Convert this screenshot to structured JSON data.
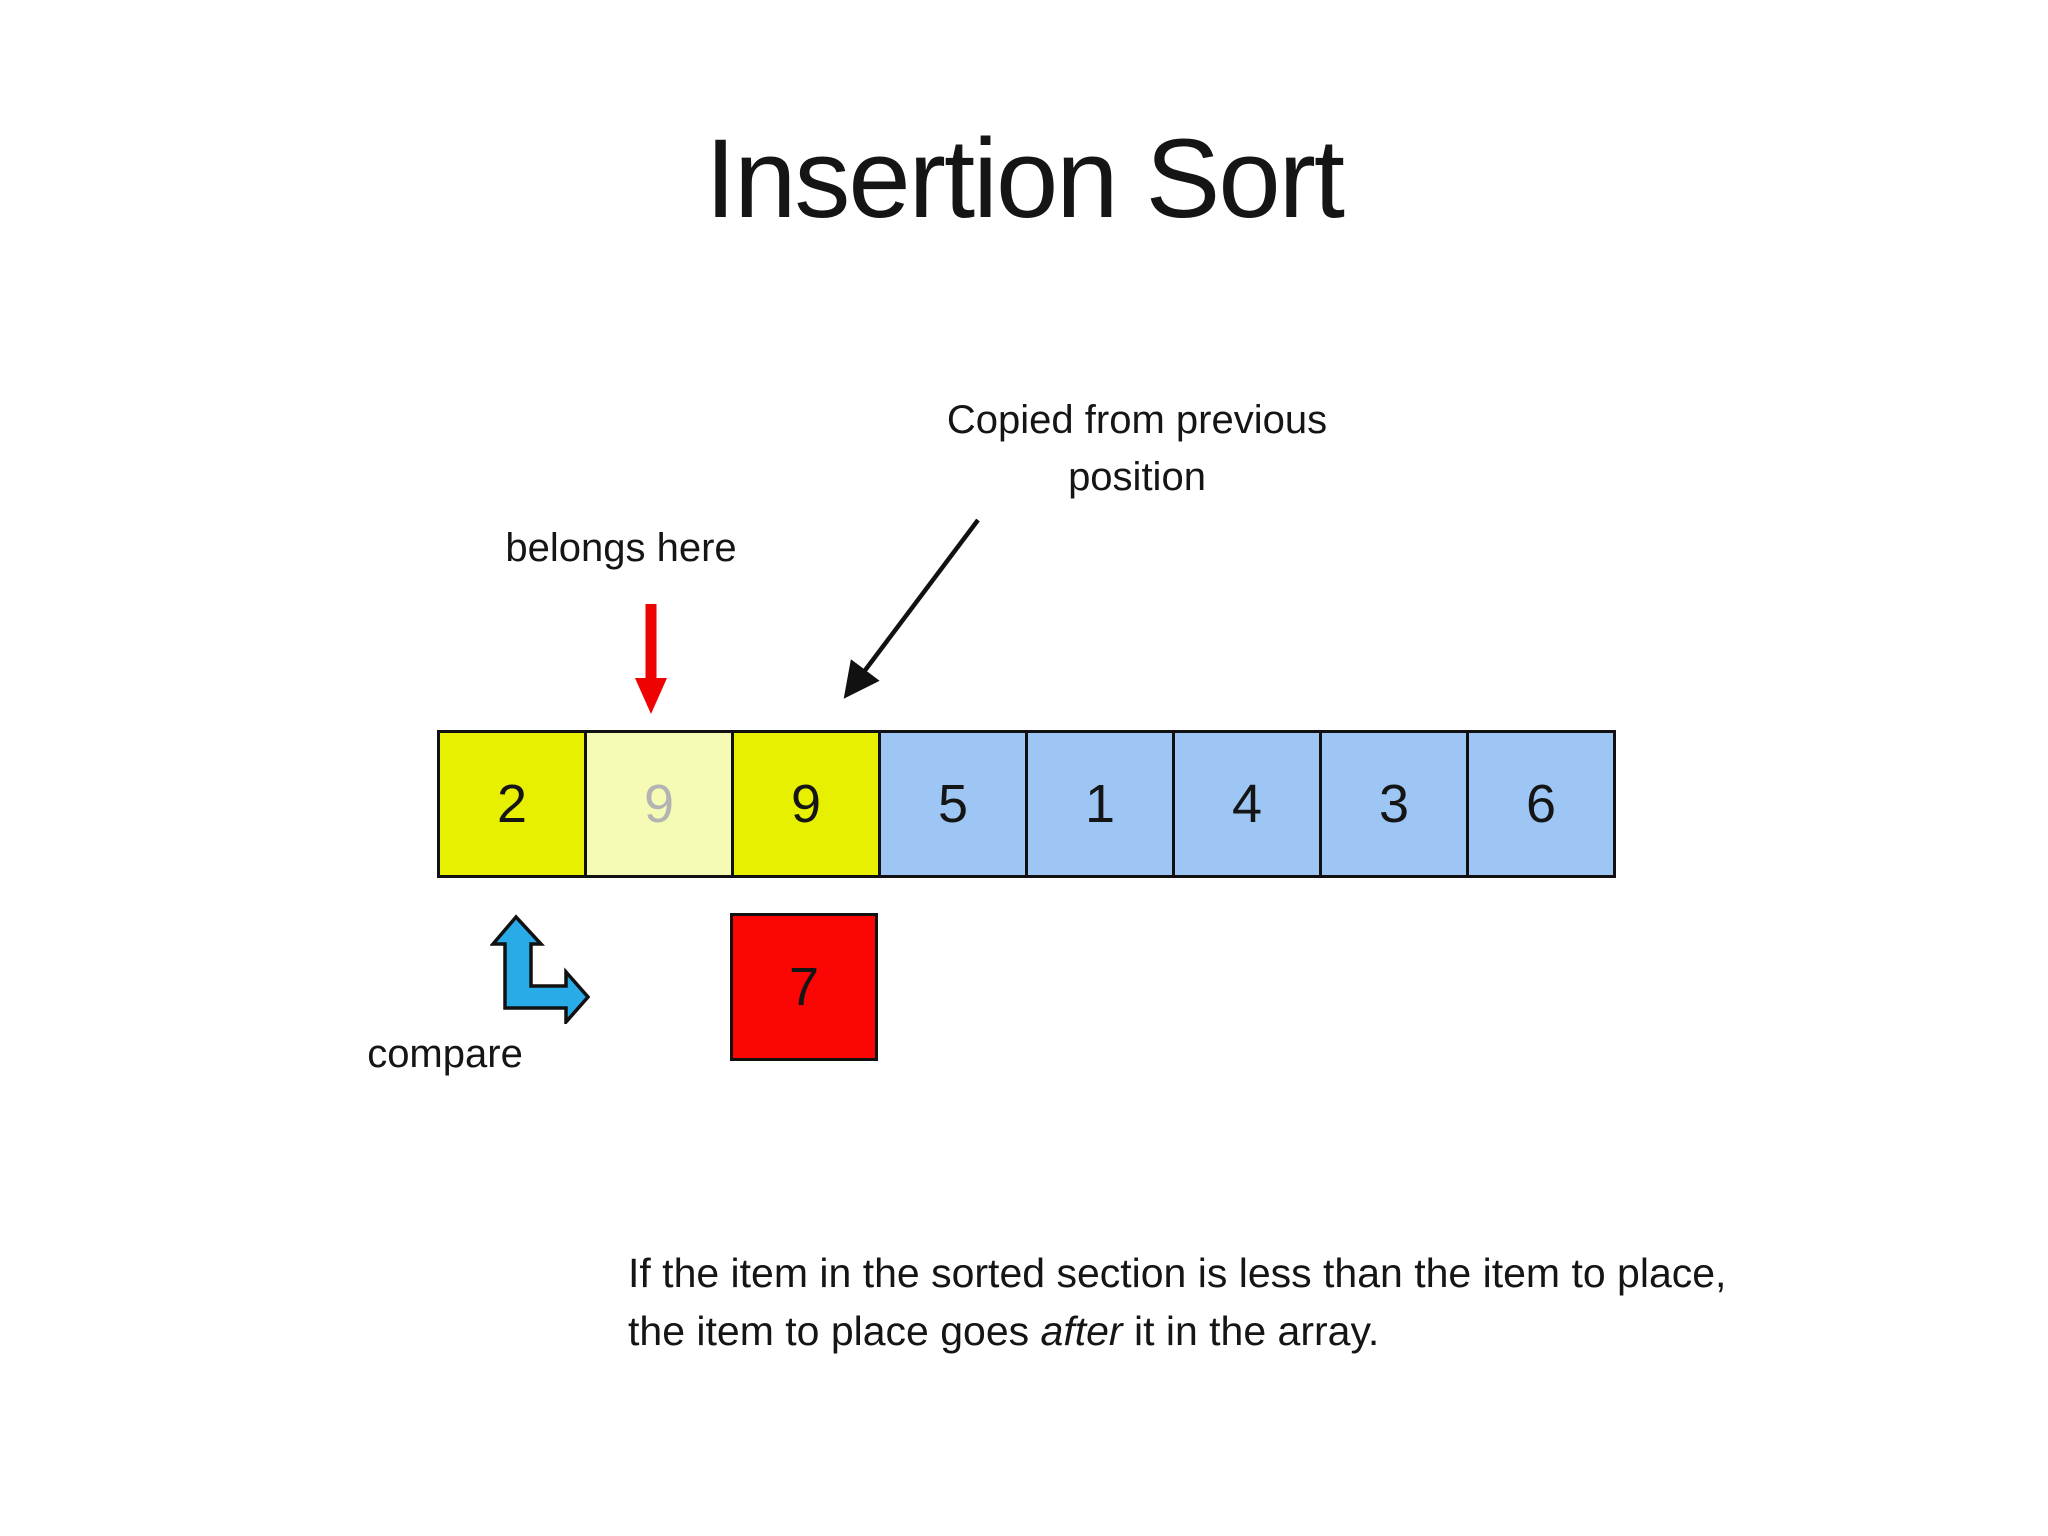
{
  "title": "Insertion Sort",
  "labels": {
    "copied_line1": "Copied from previous",
    "copied_line2": "position",
    "belongs": "belongs here",
    "compare": "compare"
  },
  "array_cells": [
    {
      "value": "2",
      "state": "sorted"
    },
    {
      "value": "9",
      "state": "ghost"
    },
    {
      "value": "9",
      "state": "sorted"
    },
    {
      "value": "5",
      "state": "unsorted"
    },
    {
      "value": "1",
      "state": "unsorted"
    },
    {
      "value": "4",
      "state": "unsorted"
    },
    {
      "value": "3",
      "state": "unsorted"
    },
    {
      "value": "6",
      "state": "unsorted"
    }
  ],
  "item_to_place": {
    "value": "7"
  },
  "caption": {
    "line1": "If the item in the sorted section is less than the item to place,",
    "line2_pre": "the item to place goes ",
    "line2_italic": "after",
    "line2_post": " it in the array."
  },
  "colors": {
    "sorted-bg": "#E7F000",
    "ghost-bg": "#F5FAB4",
    "ghost-text": "#B3B3B3",
    "unsorted-bg": "#9DC6F5",
    "item-bg": "#FB0505",
    "arrow-red": "#EE0202",
    "arrow-blue": "#29ABE8",
    "ink": "#151515"
  }
}
